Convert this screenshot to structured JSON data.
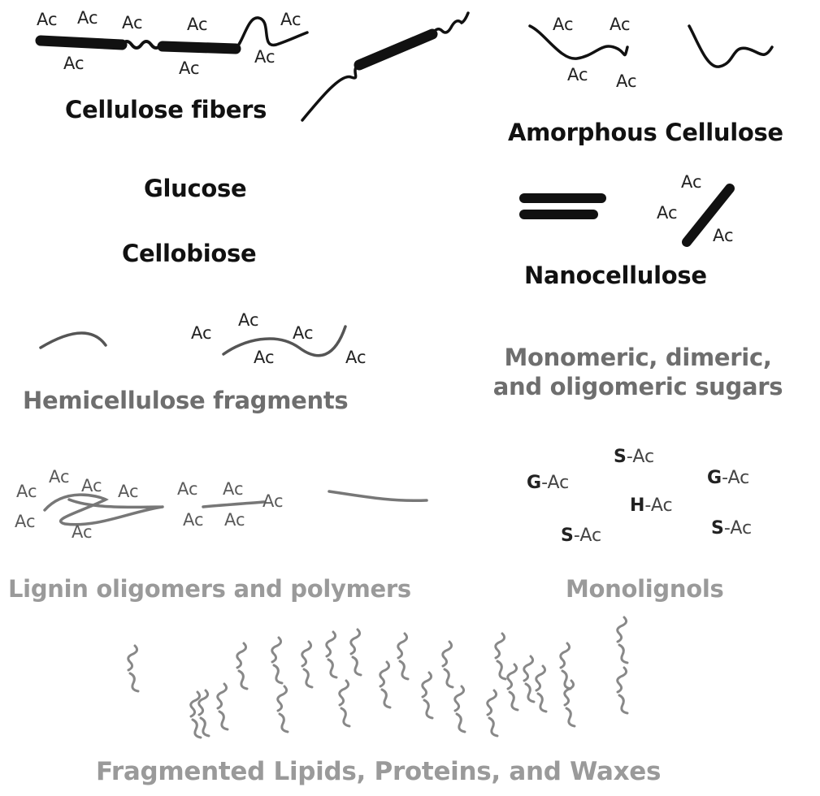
{
  "labels": {
    "cellulose_fibers": "Cellulose fibers",
    "amorphous_cellulose": "Amorphous Cellulose",
    "glucose": "Glucose",
    "cellobiose": "Cellobiose",
    "nanocellulose": "Nanocellulose",
    "sugars_line1": "Monomeric, dimeric,",
    "sugars_line2": "and oligomeric sugars",
    "hemicellulose": "Hemicellulose fragments",
    "lignin": "Lignin oligomers and polymers",
    "monolignols": "Monolignols",
    "lipids": "Fragmented Lipids, Proteins, and Waxes"
  },
  "ac": "Ac",
  "monolignols": [
    {
      "unit": "S",
      "suffix": "-Ac"
    },
    {
      "unit": "G",
      "suffix": "-Ac"
    },
    {
      "unit": "G",
      "suffix": "-Ac"
    },
    {
      "unit": "H",
      "suffix": "-Ac"
    },
    {
      "unit": "S",
      "suffix": "-Ac"
    },
    {
      "unit": "S",
      "suffix": "-Ac"
    }
  ],
  "colors": {
    "dark": "#111111",
    "mid": "#6e6e6e",
    "light": "#9a9a9a"
  }
}
